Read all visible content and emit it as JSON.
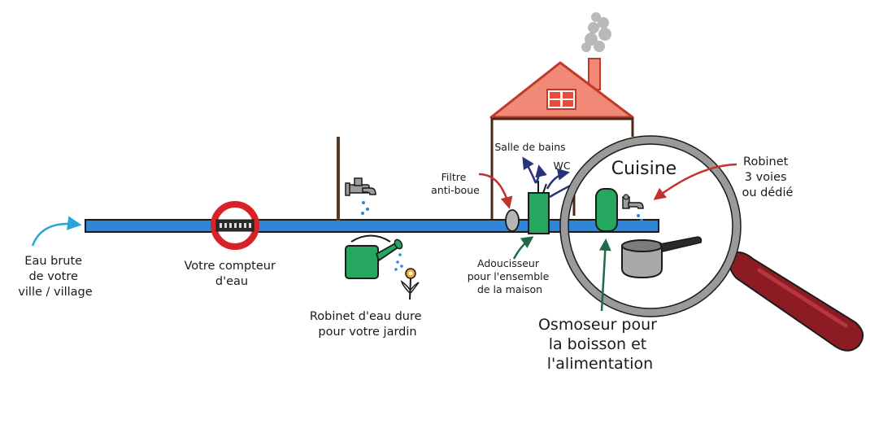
{
  "labels": {
    "raw_water": [
      "Eau brute",
      "de votre",
      "ville / village"
    ],
    "meter": [
      "Votre compteur",
      "d'eau"
    ],
    "garden_tap": [
      "Robinet d'eau dure",
      "pour votre jardin"
    ],
    "sludge_filter": [
      "Filtre",
      "anti-boue"
    ],
    "bathroom": "Salle de bains",
    "wc": "WC",
    "kitchen": "Cuisine",
    "three_way_tap": [
      "Robinet",
      "3 voies",
      "ou dédié"
    ],
    "softener": [
      "Adoucisseur",
      "pour l'ensemble",
      "de la maison"
    ],
    "osmosis": [
      "Osmoseur pour",
      "la boisson et",
      "l'alimentation"
    ]
  },
  "colors": {
    "pipe": "#2f86d6",
    "outline": "#1b1b1b",
    "meter_ring": "#d8222a",
    "roof": "#f08a76",
    "roof_edge": "#c0392b",
    "wall": "#4a2a17",
    "unit_green": "#25a760",
    "arrow_blue": "#2aa5d9",
    "arrow_navy": "#27327a",
    "arrow_red": "#c0312f",
    "arrow_green": "#1f6b45",
    "magnifier_handle": "#8c1b24",
    "magnifier_rim": "#9a9a9a",
    "smoke": "#b9b9b9"
  },
  "icons": [
    "faucet-icon",
    "watering-can-icon",
    "flower-icon",
    "saucepan-icon",
    "magnifier-icon",
    "house-icon",
    "water-meter-icon"
  ]
}
